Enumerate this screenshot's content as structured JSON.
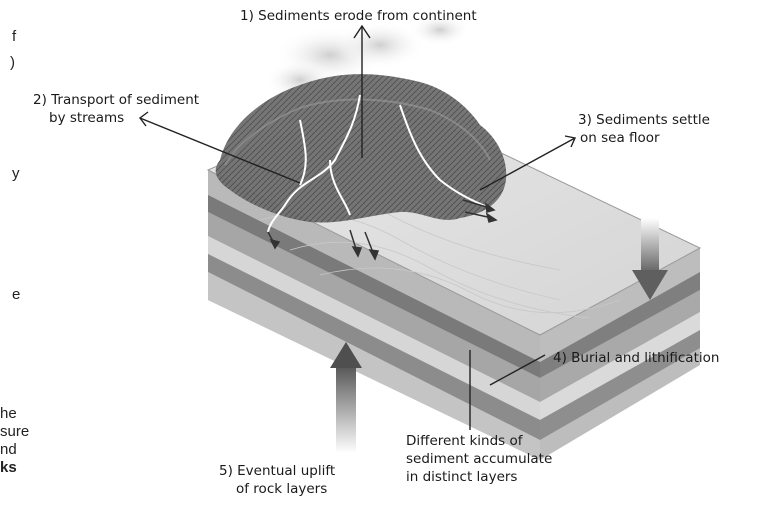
{
  "left_text_fragments": [
    "f",
    ")",
    "y",
    "e",
    "he",
    "sure",
    "nd",
    "ks"
  ],
  "labels": {
    "step1": "1) Sediments erode from continent",
    "step2_line1": "2) Transport of sediment",
    "step2_line2": "by streams",
    "step3_line1": "3) Sediments settle",
    "step3_line2": "on sea floor",
    "step4": "4) Burial and lithification",
    "step5_line1": "5) Eventual uplift",
    "step5_line2": "of rock layers",
    "layers_line1": "Different kinds of",
    "layers_line2": "sediment accumulate",
    "layers_line3": "in distinct layers"
  }
}
